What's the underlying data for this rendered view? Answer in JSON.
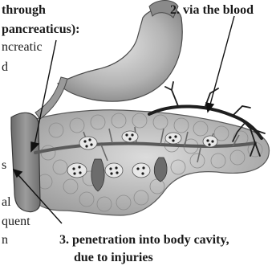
{
  "labels": {
    "route1_line1": "through",
    "route1_line2": "pancreaticus):",
    "route1_frag_a": "ncreatic",
    "route1_frag_b": "d",
    "route1_frag_c": "s",
    "route1_frag_d": "al",
    "route1_frag_e": "quent",
    "route1_frag_f": "n",
    "route2": "2. via the blood",
    "route3_line1": "3. penetration into body cavity,",
    "route3_line2": "due to injuries"
  }
}
